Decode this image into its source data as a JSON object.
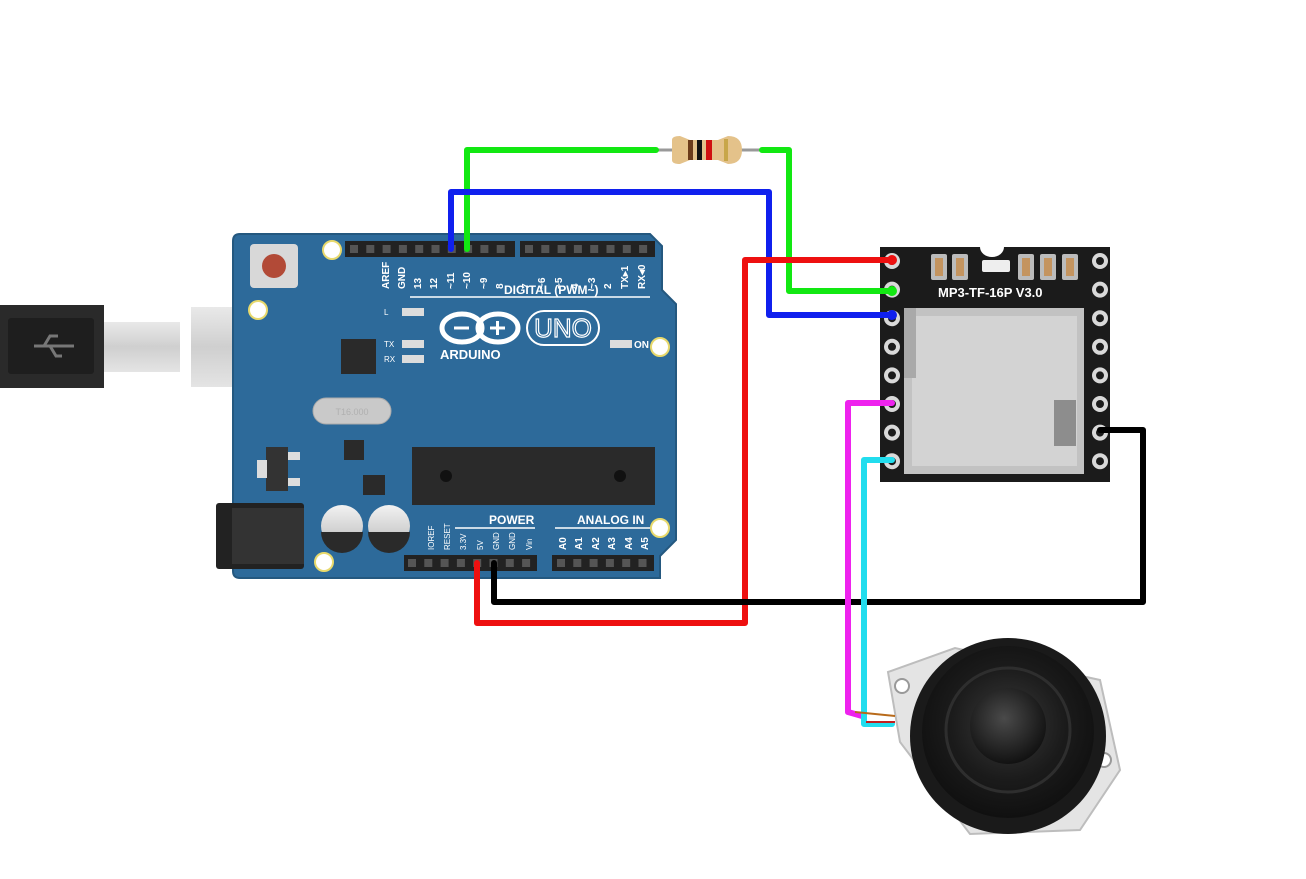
{
  "arduino": {
    "logo_text": "ARDUINO",
    "model": "UNO",
    "digital_header": "DIGITAL (PWM~)",
    "digital_pins": [
      "AREF",
      "GND",
      "13",
      "12",
      "~11",
      "~10",
      "~9",
      "8",
      "7",
      "~6",
      "~5",
      "4",
      "~3",
      "2",
      "TX▸1",
      "RX◂0"
    ],
    "led_labels": [
      "L",
      "TX",
      "RX"
    ],
    "on_label": "ON",
    "crystal_text": "T16.000",
    "power_header": "POWER",
    "power_pins": [
      "IOREF",
      "RESET",
      "3.3V",
      "5V",
      "GND",
      "GND",
      "Vin"
    ],
    "analog_header": "ANALOG IN",
    "analog_pins": [
      "A0",
      "A1",
      "A2",
      "A3",
      "A4",
      "A5"
    ]
  },
  "mp3_module": {
    "label": "MP3-TF-16P V3.0"
  },
  "wires": [
    {
      "name": "green-wire",
      "color": "#12e812",
      "from": "Arduino ~10",
      "to": "MP3 RX (via resistor)"
    },
    {
      "name": "blue-wire",
      "color": "#1020ee",
      "from": "Arduino ~11",
      "to": "MP3 TX"
    },
    {
      "name": "red-wire",
      "color": "#ee1010",
      "from": "Arduino 5V",
      "to": "MP3 VCC"
    },
    {
      "name": "black-wire",
      "color": "#000000",
      "from": "Arduino GND",
      "to": "MP3 GND"
    },
    {
      "name": "magenta-wire",
      "color": "#ee22ee",
      "from": "MP3 SPK1",
      "to": "Speaker"
    },
    {
      "name": "cyan-wire",
      "color": "#22ddee",
      "from": "MP3 SPK2",
      "to": "Speaker"
    }
  ],
  "colors": {
    "board": "#2d6a9a",
    "board_dark": "#24587f"
  }
}
